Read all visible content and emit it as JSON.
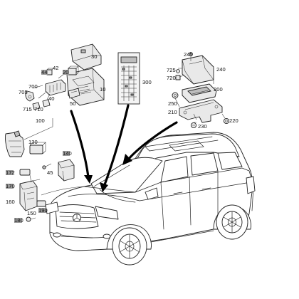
{
  "colors": {
    "line": "#222222",
    "part_fill": "#e9e9e9",
    "badge": "#9a9a9a"
  },
  "callouts": [
    {
      "id": "30",
      "label": "30"
    },
    {
      "id": "42",
      "label": "42"
    },
    {
      "id": "44",
      "label": "44"
    },
    {
      "id": "20",
      "label": "20"
    },
    {
      "id": "700",
      "label": "700"
    },
    {
      "id": "705",
      "label": "705"
    },
    {
      "id": "40",
      "label": "40"
    },
    {
      "id": "10",
      "label": "10"
    },
    {
      "id": "50",
      "label": "50"
    },
    {
      "id": "300",
      "label": "300"
    },
    {
      "id": "715",
      "label": "715"
    },
    {
      "id": "710",
      "label": "710"
    },
    {
      "id": "100",
      "label": "100"
    },
    {
      "id": "245",
      "label": "245"
    },
    {
      "id": "725",
      "label": "725"
    },
    {
      "id": "720",
      "label": "720"
    },
    {
      "id": "240",
      "label": "240"
    },
    {
      "id": "200",
      "label": "200"
    },
    {
      "id": "250",
      "label": "250"
    },
    {
      "id": "210",
      "label": "210"
    },
    {
      "id": "220",
      "label": "220"
    },
    {
      "id": "230",
      "label": "230"
    },
    {
      "id": "130",
      "label": "130"
    },
    {
      "id": "140",
      "label": "140"
    },
    {
      "id": "45",
      "label": "45"
    },
    {
      "id": "172",
      "label": "172"
    },
    {
      "id": "170",
      "label": "170"
    },
    {
      "id": "160",
      "label": "160"
    },
    {
      "id": "150",
      "label": "150"
    },
    {
      "id": "190",
      "label": "190"
    },
    {
      "id": "180",
      "label": "180"
    }
  ]
}
